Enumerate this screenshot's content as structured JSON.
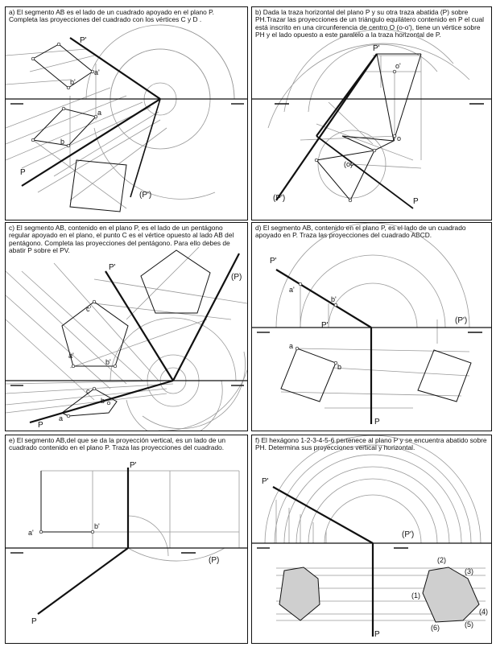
{
  "panels": {
    "a": {
      "text": "a) El segmento AB es el lado de un cuadrado apoyado en el plano P.\nCompleta las proyecciones del cuadrado con los vértices C y D .",
      "labels": {
        "p_prime": "P'",
        "a_prime": "a'",
        "b_prime": "b'",
        "a": "a",
        "b": "b",
        "p": "P",
        "p_abat": "(P')"
      }
    },
    "b": {
      "text": "b) Dada la traza horizontal del plano P y su otra traza abatida (P) sobre PH.Trazar las proyecciones de un triángulo equilátero contenido en P el cual está inscrito en una circunferencia de centro O (o-o'), tiene un vértice sobre PH y el lado opuesto a este paralelo a la traza horizontal de P.",
      "labels": {
        "p_prime": "P'",
        "o_prime": "o'",
        "o": "o",
        "o_abat": "(o)",
        "p_abat": "(P')",
        "p": "P"
      }
    },
    "c": {
      "text": "c) El segmento AB, contenido en el plano P, es el lado de un pentágono regular apoyado en el plano, el punto C es el vértice opuesto al lado AB del pentágono. Completa las proyecciones del pentágono. Para ello debes de abatir P sobre el PV.",
      "labels": {
        "p_prime": "P'",
        "p_abat": "(P)",
        "c_prime": "c'",
        "a_prime": "a'",
        "b_prime": "b'",
        "c": "c",
        "b": "b",
        "a": "a",
        "p": "P"
      }
    },
    "d": {
      "text": "d) El segmento AB, contenido en el plano P, es el lado de un cuadrado apoyado en P. Traza las proyecciones del cuadrado ABCD.",
      "labels": {
        "p_prime": "P'",
        "a_prime": "a'",
        "b_prime": "b'",
        "p_prime2": "P'",
        "p_abat": "(P')",
        "a": "a",
        "b": "b",
        "p": "P"
      }
    },
    "e": {
      "text": "e) El segmento AB,del que se da la proyección vertical, es un lado de un cuadrado contenido en el plano P. Traza las proyecciones del cuadrado.",
      "labels": {
        "p_prime": "P'",
        "a_prime": "a'",
        "b_prime": "b'",
        "p_abat": "(P)",
        "p": "P"
      }
    },
    "f": {
      "text": "f) El hexágono 1-2-3-4-5-6 pertenece al plano P y se encuentra abatido sobre PH. Determina sus proyecciones vertical y horizontal.",
      "labels": {
        "p_prime": "P'",
        "p_abat": "(P')",
        "p": "P",
        "n1": "(1)",
        "n2": "(2)",
        "n3": "(3)",
        "n4": "(4)",
        "n5": "(5)",
        "n6": "(6)"
      }
    }
  }
}
